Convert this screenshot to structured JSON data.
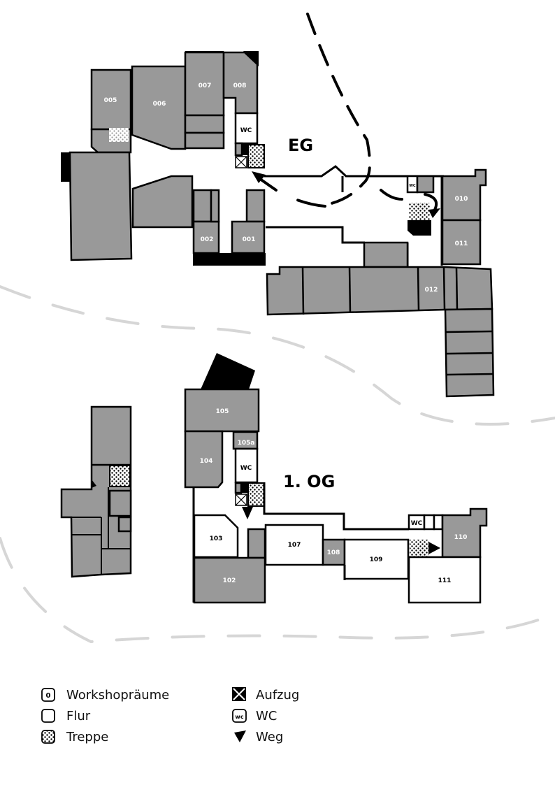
{
  "floors": {
    "eg": {
      "title": "EG",
      "rooms": {
        "r005": "005",
        "r006": "006",
        "r007": "007",
        "r008": "008",
        "r001": "001",
        "r002": "002",
        "r010": "010",
        "r011": "011",
        "r012": "012"
      },
      "wc": "WC",
      "wc_small": "WC"
    },
    "og": {
      "title": "1. OG",
      "rooms": {
        "r105": "105",
        "r105a": "105a",
        "r104": "104",
        "r103": "103",
        "r102": "102",
        "r107": "107",
        "r108": "108",
        "r109": "109",
        "r110": "110",
        "r111": "111"
      },
      "wc": "WC",
      "wc2": "WC"
    }
  },
  "colors": {
    "room": "#999999",
    "corridor": "#ffffff",
    "wall": "#000000",
    "separator": "#d6d6d6"
  },
  "legend": {
    "items": [
      {
        "icon": "room-number-icon",
        "icon_text": "0",
        "label": "Workshopräume"
      },
      {
        "icon": "corridor-icon",
        "label": "Flur"
      },
      {
        "icon": "stairs-icon",
        "label": "Treppe"
      },
      {
        "icon": "elevator-icon",
        "label": "Aufzug"
      },
      {
        "icon": "wc-icon",
        "icon_text": "wc",
        "label": "WC"
      },
      {
        "icon": "route-arrow-icon",
        "label": "Weg"
      }
    ]
  }
}
